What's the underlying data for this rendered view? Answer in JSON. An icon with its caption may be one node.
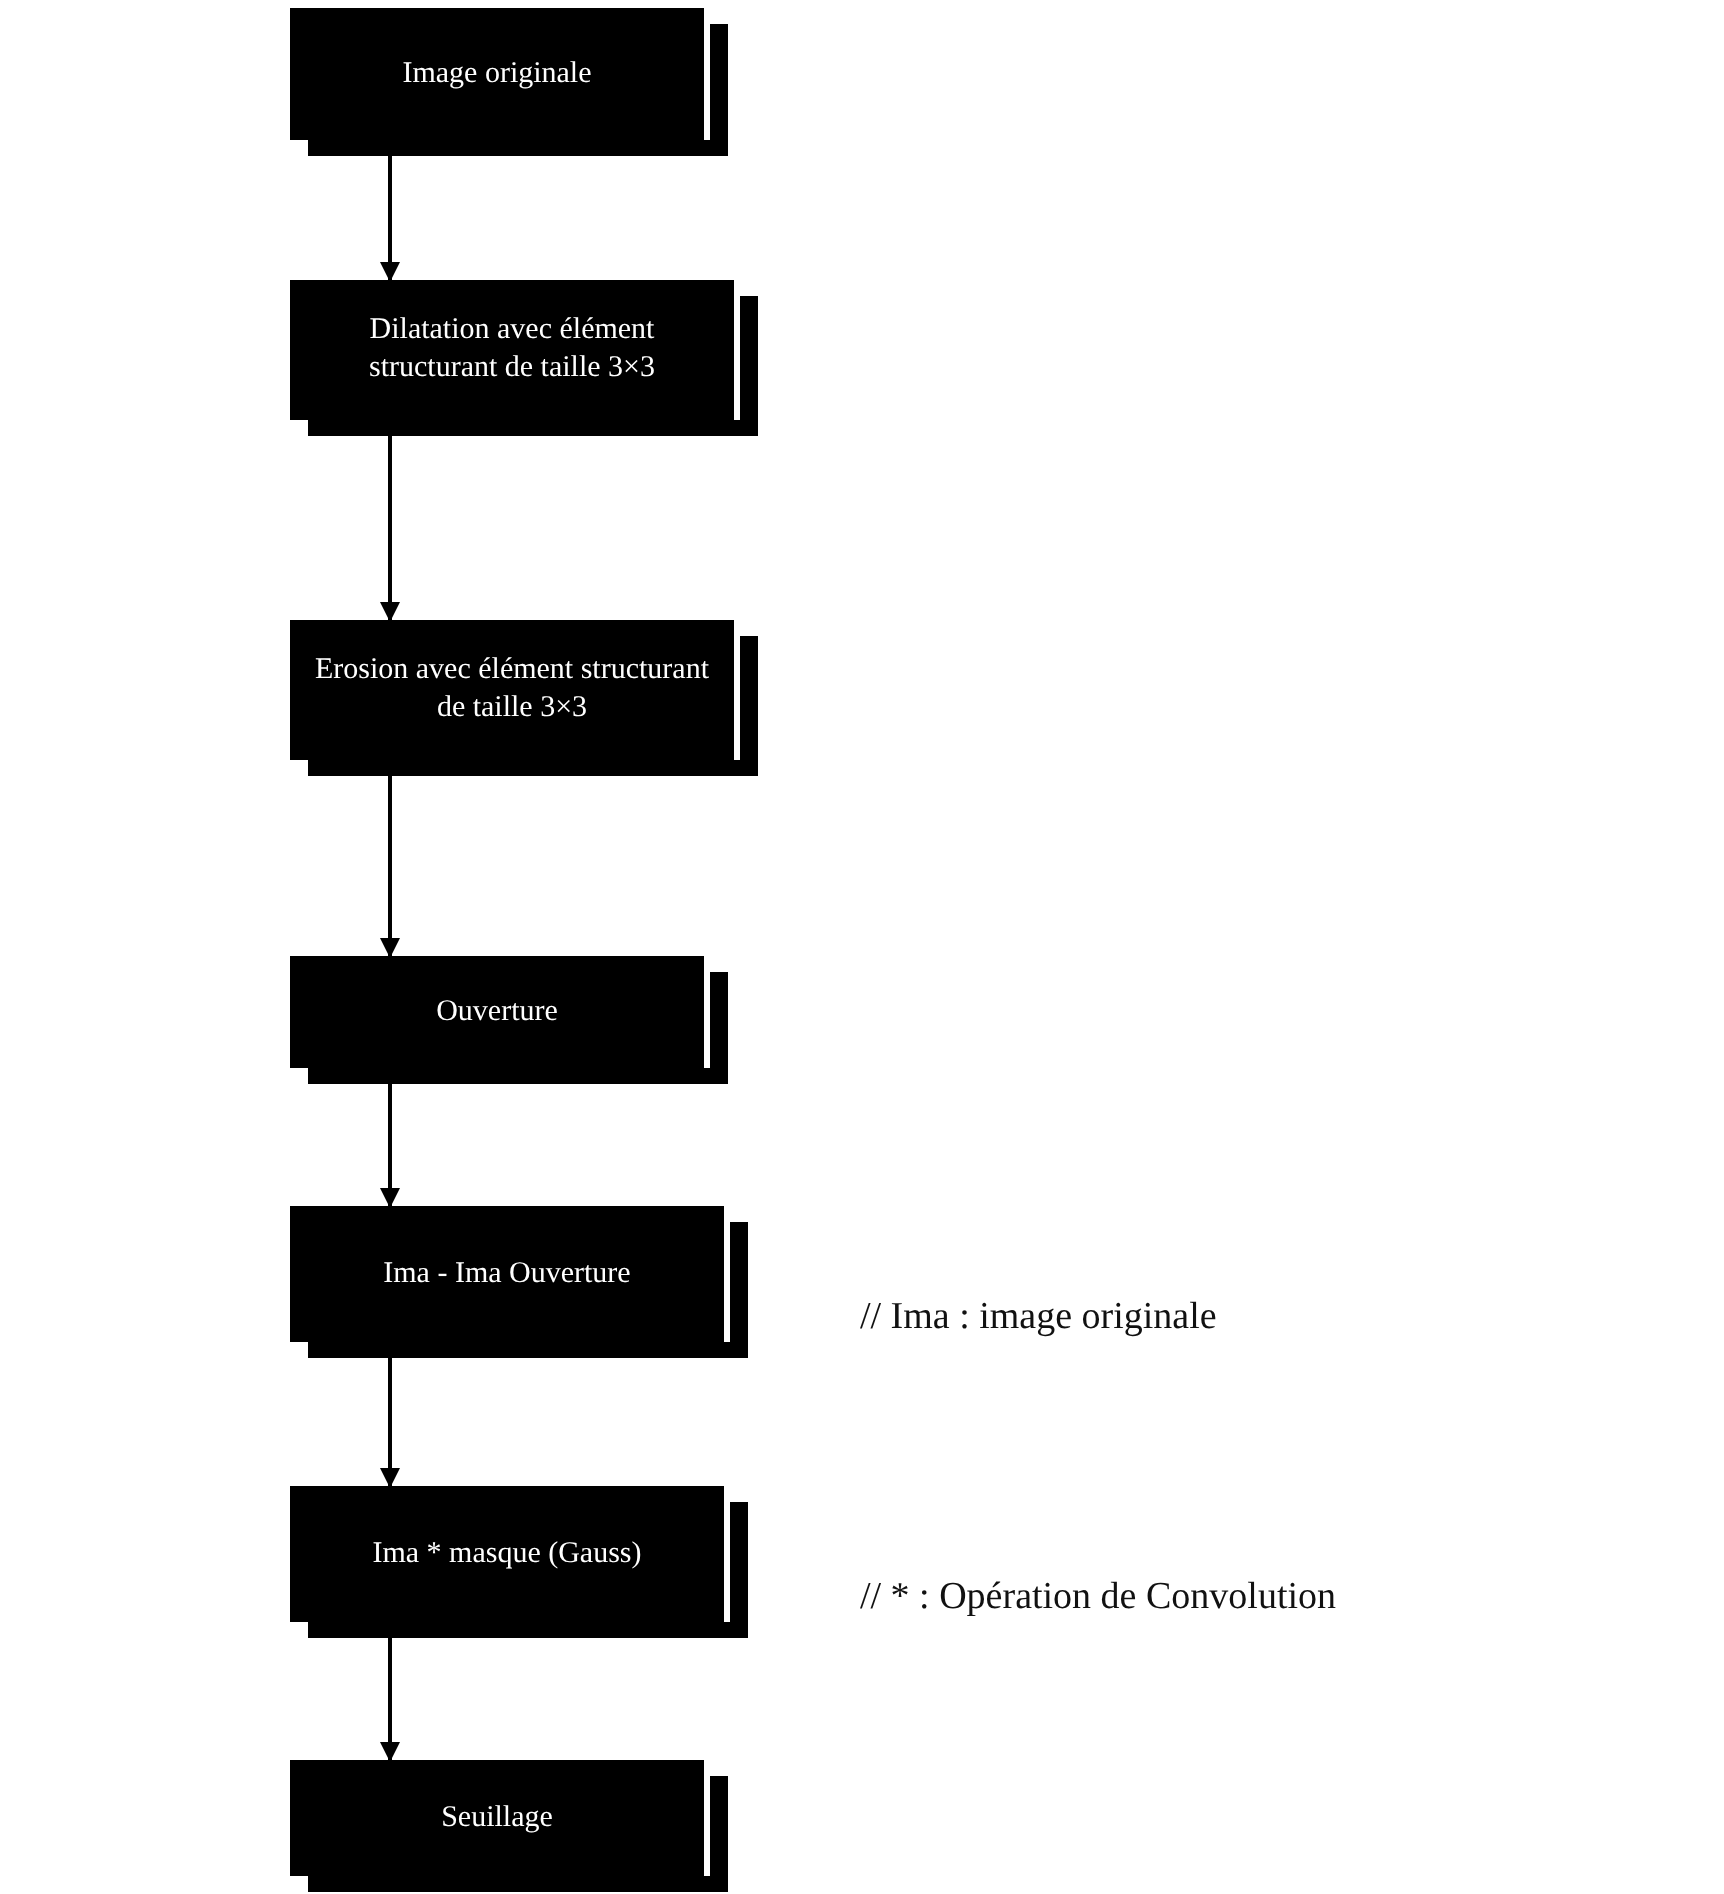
{
  "diagram": {
    "nodes": [
      {
        "text": [
          "Image originale"
        ]
      },
      {
        "text": [
          "Dilatation avec élément structurant de taille 3×3"
        ]
      },
      {
        "text": [
          "Erosion avec élément structurant de taille 3×3"
        ]
      },
      {
        "text": [
          "Ouverture"
        ]
      },
      {
        "text": [
          "Ima - Ima Ouverture"
        ]
      },
      {
        "text": [
          "Ima * masque (Gauss)"
        ]
      },
      {
        "text": [
          "Seuillage"
        ]
      }
    ],
    "edges": [
      {
        "from": 0,
        "to": 1,
        "arrow": "to"
      },
      {
        "from": 1,
        "to": 2,
        "arrow": "to"
      },
      {
        "from": 2,
        "to": 3,
        "arrow": "to"
      },
      {
        "from": 3,
        "to": 4,
        "arrow": "to"
      },
      {
        "from": 4,
        "to": 5,
        "arrow": "to"
      },
      {
        "from": 5,
        "to": 6,
        "arrow": "to"
      }
    ],
    "labels": [
      "// Ima : image originale",
      "// * : Opération de Convolution"
    ]
  }
}
